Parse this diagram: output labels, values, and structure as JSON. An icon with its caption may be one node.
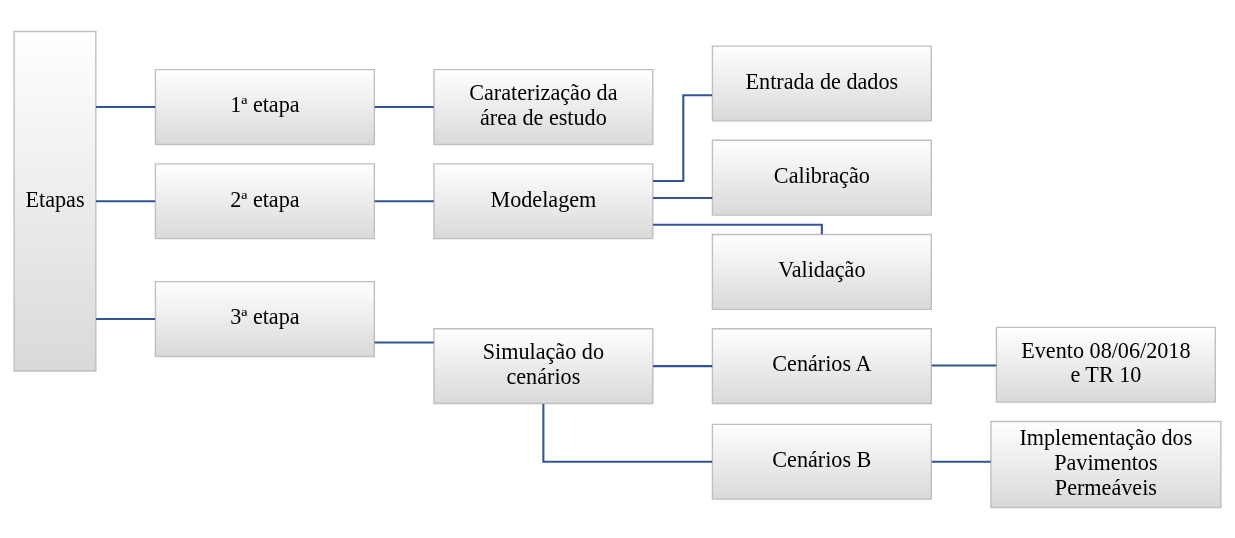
{
  "diagram": {
    "nodes": [
      {
        "text": [
          "Etapas"
        ]
      },
      {
        "text": [
          "1ª etapa"
        ]
      },
      {
        "text": [
          "Caraterização da área de estudo"
        ]
      },
      {
        "text": [
          "2ª etapa"
        ]
      },
      {
        "text": [
          "Modelagem"
        ]
      },
      {
        "text": [
          "Entrada de dados"
        ]
      },
      {
        "text": [
          "Calibração"
        ]
      },
      {
        "text": [
          "Validação"
        ]
      },
      {
        "text": [
          "3ª etapa"
        ]
      },
      {
        "text": [
          "Simulação do cenários"
        ]
      },
      {
        "text": [
          "Cenários A"
        ]
      },
      {
        "text": [
          "Evento 08/06/2018 e TR 10"
        ]
      },
      {
        "text": [
          "Cenários B"
        ]
      },
      {
        "text": [
          "Implementação dos Pavimentos Permeáveis"
        ]
      }
    ],
    "edges": [
      {
        "from": 0,
        "to": 1,
        "arrow": "none"
      },
      {
        "from": 0,
        "to": 3,
        "arrow": "none"
      },
      {
        "from": 0,
        "to": 8,
        "arrow": "none"
      },
      {
        "from": 1,
        "to": 2,
        "arrow": "none"
      },
      {
        "from": 3,
        "to": 4,
        "arrow": "none"
      },
      {
        "from": 4,
        "to": 5,
        "arrow": "none"
      },
      {
        "from": 4,
        "to": 6,
        "arrow": "none"
      },
      {
        "from": 4,
        "to": 7,
        "arrow": "none"
      },
      {
        "from": 8,
        "to": 9,
        "arrow": "none"
      },
      {
        "from": 9,
        "to": 10,
        "arrow": "none"
      },
      {
        "from": 9,
        "to": 12,
        "arrow": "none"
      },
      {
        "from": 10,
        "to": 11,
        "arrow": "none"
      },
      {
        "from": 12,
        "to": 13,
        "arrow": "none"
      }
    ]
  }
}
